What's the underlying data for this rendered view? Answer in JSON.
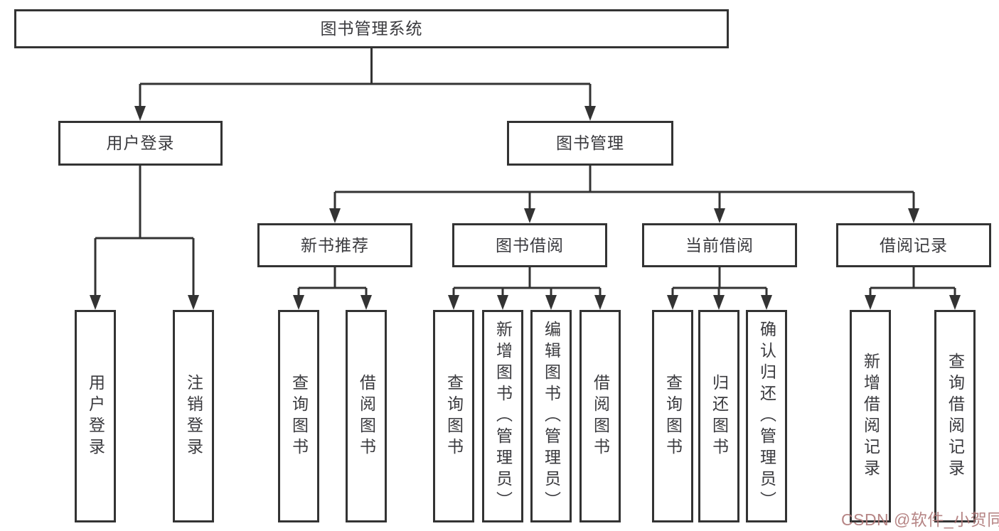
{
  "diagram": {
    "title": "图书管理系统",
    "level2": [
      "用户登录",
      "图书管理"
    ],
    "level3": [
      "新书推荐",
      "图书借阅",
      "当前借阅",
      "借阅记录"
    ],
    "leaves": {
      "user_login": [
        "用户登录",
        "注销登录"
      ],
      "new_book_recommend": [
        "查询图书",
        "借阅图书"
      ],
      "book_borrow": [
        "查询图书",
        "新增图书（管理员）",
        "编辑图书（管理员）",
        "借阅图书"
      ],
      "current_borrow": [
        "查询图书",
        "归还图书",
        "确认归还（管理员）"
      ],
      "borrow_records": [
        "新增借阅记录",
        "查询借阅记录"
      ]
    }
  },
  "watermark": {
    "text": "CSDN @软件_小贺同学"
  },
  "colors": {
    "line": "#333333",
    "box_border": "#333333",
    "text": "#3a3a3e",
    "background": "#ffffff",
    "watermark": "#ac7474"
  }
}
